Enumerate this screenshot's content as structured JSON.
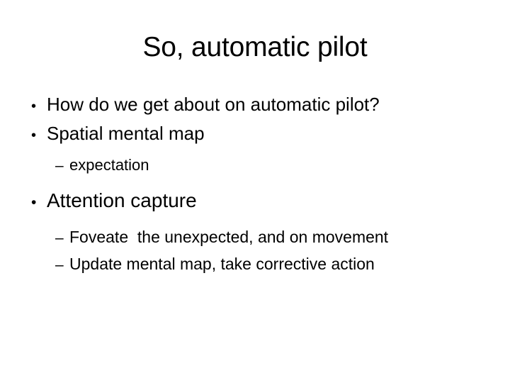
{
  "slide": {
    "title": "So, automatic pilot",
    "background_color": "#ffffff",
    "text_color": "#000000",
    "bullet_marker_level1": "•",
    "bullet_marker_level2": "–",
    "body": [
      {
        "level": 1,
        "size": "normal",
        "text": "How do we get about on automatic pilot?"
      },
      {
        "level": 1,
        "size": "normal",
        "text": "Spatial mental map"
      },
      {
        "level": 2,
        "size": "normal",
        "text": "expectation"
      },
      {
        "level": 1,
        "size": "large",
        "text": "Attention capture"
      },
      {
        "level": 2,
        "size": "large",
        "text": "Foveate  the unexpected, and on movement"
      },
      {
        "level": 2,
        "size": "large",
        "text": "Update mental map, take corrective action"
      }
    ]
  }
}
